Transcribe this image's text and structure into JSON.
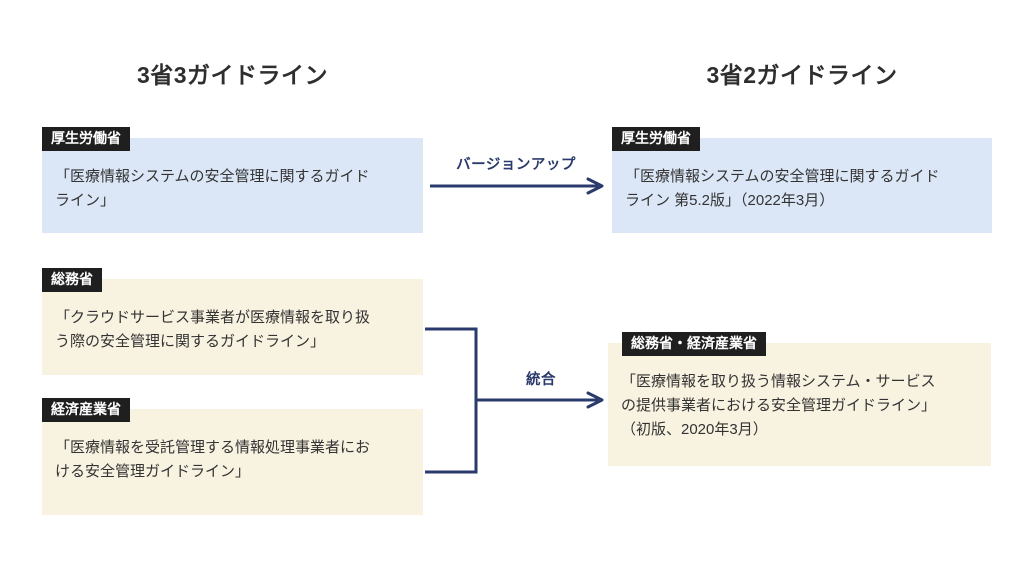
{
  "titles": {
    "left": "3省3ガイドライン",
    "right": "3省2ガイドライン"
  },
  "arrows": {
    "version_up_label": "バージョンアップ",
    "merge_label": "統合"
  },
  "boxes": {
    "left": [
      {
        "ministry": "厚生労働省",
        "text": "「医療情報システムの安全管理に関するガイド\nライン」",
        "type": "blue"
      },
      {
        "ministry": "総務省",
        "text": "「クラウドサービス事業者が医療情報を取り扱\nう際の安全管理に関するガイドライン」",
        "type": "cream"
      },
      {
        "ministry": "経済産業省",
        "text": "「医療情報を受託管理する情報処理事業者にお\nける安全管理ガイドライン」",
        "type": "cream"
      }
    ],
    "right": [
      {
        "ministry": "厚生労働省",
        "text": "「医療情報システムの安全管理に関するガイド\nライン 第5.2版」（2022年3月）",
        "type": "blue"
      },
      {
        "ministry": "総務省・経済産業省",
        "text": "「医療情報を取り扱う情報システム・サービス\nの提供事業者における安全管理ガイドライン」\n（初版、2020年3月）",
        "type": "cream"
      }
    ]
  },
  "colors": {
    "navy_arrow": "#2b3a6c",
    "blue_box": "#dbe7f7",
    "cream_box": "#f8f2e1",
    "badge_bg": "#1f1f1f",
    "badge_text": "#ffffff",
    "body_text": "#333333",
    "title_text": "#2e2e2e",
    "background": "#ffffff"
  }
}
